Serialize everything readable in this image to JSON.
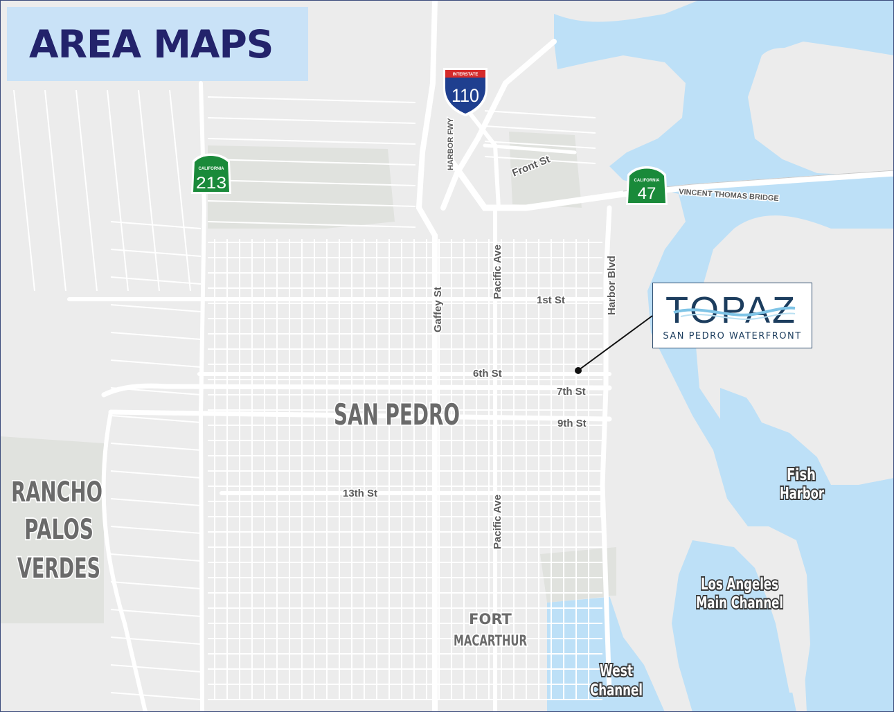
{
  "title": "AREA MAPS",
  "logo": {
    "brand": "TOPAZ",
    "subtitle": "SAN PEDRO WATERFRONT"
  },
  "places": {
    "san_pedro": "SAN PEDRO",
    "rancho": [
      "RANCHO",
      "PALOS",
      "VERDES"
    ],
    "fort": [
      "FORT",
      "MACARTHUR"
    ]
  },
  "water": {
    "fish_harbor": [
      "Fish",
      "Harbor"
    ],
    "main_channel": [
      "Los Angeles",
      "Main Channel"
    ],
    "west_channel": [
      "West",
      "Channel"
    ]
  },
  "streets": {
    "first": "1st St",
    "sixth": "6th St",
    "seventh": "7th St",
    "ninth": "9th St",
    "thirteenth": "13th St",
    "gaffey": "Gaffey St",
    "pacific": "Pacific Ave",
    "harbor": "Harbor Blvd",
    "front": "Front St",
    "harbor_fwy": "HARBOR FWY",
    "bridge": "VINCENT THOMAS BRIDGE"
  },
  "shields": {
    "i110": {
      "label": "INTERSTATE",
      "number": "110"
    },
    "ca213": {
      "label": "CALIFORNIA",
      "number": "213"
    },
    "ca47": {
      "label": "CALIFORNIA",
      "number": "47"
    }
  },
  "colors": {
    "water": "#bde0f7",
    "land": "#ececec",
    "road": "#ffffff",
    "title": "#23236b",
    "shield_green": "#1a8a3a",
    "interstate_blue": "#1f3f8f",
    "interstate_red": "#d52b2b"
  }
}
